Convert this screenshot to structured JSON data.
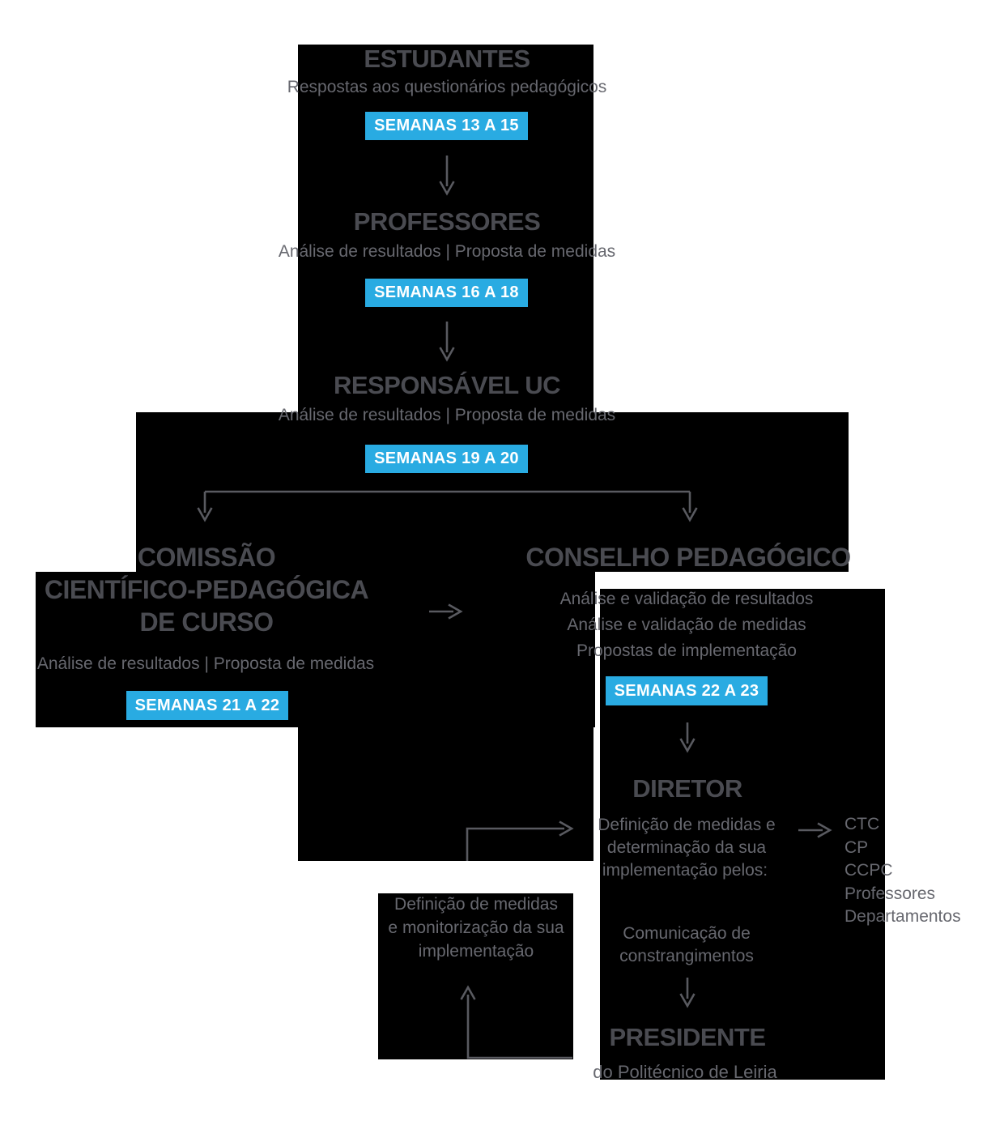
{
  "colors": {
    "accent_blue": "#29abe2",
    "panel_black": "#000000",
    "title_gray": "#4a4b51",
    "body_gray": "#67686f",
    "arrow_gray": "#595a60",
    "badge_text": "#ffffff"
  },
  "nodes": {
    "estudantes": {
      "title": "ESTUDANTES",
      "subtitle": "Respostas aos questionários pedagógicos",
      "badge": "SEMANAS 13 A 15"
    },
    "professores": {
      "title": "PROFESSORES",
      "subtitle": "Análise de resultados | Proposta de medidas",
      "badge": "SEMANAS 16 A 18"
    },
    "responsavel_uc": {
      "title": "RESPONSÁVEL UC",
      "subtitle": "Análise de resultados | Proposta de medidas",
      "badge": "SEMANAS 19 A 20"
    },
    "comissao": {
      "title_lines": [
        "COMISSÃO",
        "CIENTÍFICO-PEDAGÓGICA",
        "DE CURSO"
      ],
      "subtitle": "Análise de resultados | Proposta de medidas",
      "badge": "SEMANAS 21 A 22"
    },
    "conselho": {
      "title": "CONSELHO PEDAGÓGICO",
      "lines": [
        "Análise e validação de resultados",
        "Análise e validação de medidas",
        "Propostas de implementação"
      ],
      "badge": "SEMANAS 22 A 23"
    },
    "diretor": {
      "title": "DIRETOR",
      "lines": [
        "Definição de medidas e",
        "determinação da sua",
        "implementação pelos:"
      ],
      "orgaos": [
        "CTC",
        "CP",
        "CCPC",
        "Professores",
        "Departamentos"
      ]
    },
    "comunicacao": {
      "lines": [
        "Comunicação de",
        "constrangimentos"
      ]
    },
    "presidente": {
      "title": "PRESIDENTE",
      "subtitle": "do Politécnico de Leiria"
    },
    "monitorizacao": {
      "lines": [
        "Definição de medidas",
        "e monitorização da sua",
        "implementação"
      ]
    }
  }
}
